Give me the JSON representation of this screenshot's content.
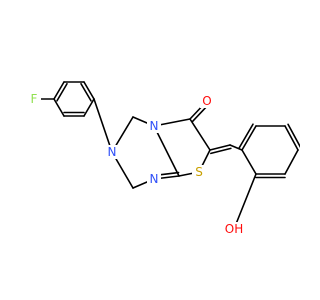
{
  "colors": {
    "background": "#ffffff",
    "bond": "#000000",
    "F": "#90e050",
    "N": "#3050f8",
    "O": "#ff0d0d",
    "S": "#c8a000"
  },
  "atoms": {
    "fluorine": {
      "text": "F",
      "element": "F"
    },
    "nitrogen_ring": {
      "text": "N",
      "element": "N"
    },
    "nitrogen_fused": {
      "text": "N",
      "element": "N"
    },
    "nitrogen_imine": {
      "text": "N",
      "element": "N"
    },
    "oxygen_carbonyl": {
      "text": "O",
      "element": "O"
    },
    "sulfur": {
      "text": "S",
      "element": "S"
    },
    "hydroxyl": {
      "text": "OH",
      "element": "O"
    }
  }
}
